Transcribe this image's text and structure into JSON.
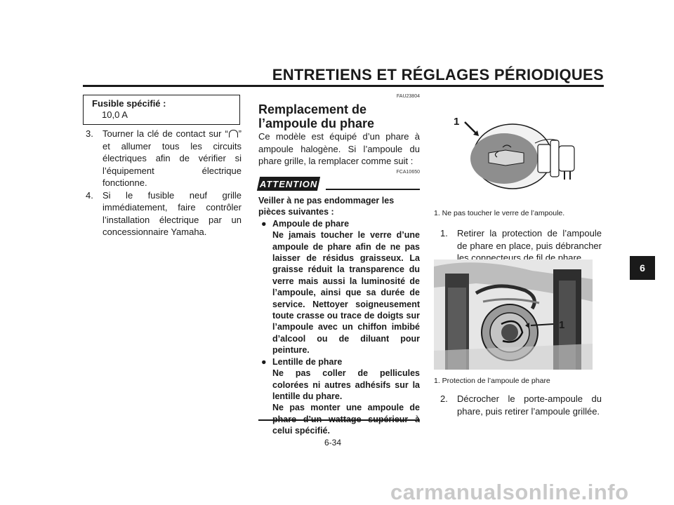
{
  "header": {
    "title": "ENTRETIENS ET RÉGLAGES PÉRIODIQUES"
  },
  "side_tab": "6",
  "col1": {
    "fuse_label": "Fusible spécifié :",
    "fuse_value": "10,0 A",
    "steps": [
      {
        "num": "3.",
        "before": "Tourner la clé de contact sur “",
        "after": "” et allumer tous les circuits électriques afin de vérifier si l’équipement électrique fonctionne."
      },
      {
        "num": "4.",
        "text": "Si le fusible neuf grille immédiatement, faire contrôler l’installation électrique par un concessionnaire Yamaha."
      }
    ]
  },
  "col2": {
    "code1": "FAU23804",
    "title": "Remplacement de l’ampoule du phare",
    "intro": "Ce modèle est équipé d’un phare à ampoule halogène. Si l’ampoule du phare grille, la remplacer comme suit :",
    "code2": "FCA10650",
    "attention": "ATTENTION",
    "lead": "Veiller à ne pas endommager les pièces suivantes :",
    "bullets": [
      {
        "head": "Ampoule de phare",
        "body": "Ne jamais toucher le verre d’une ampoule de phare afin de ne pas laisser de résidus graisseux. La graisse réduit la transparence du verre mais aussi la luminosité de l’ampoule, ainsi que sa durée de service. Nettoyer soigneusement toute crasse ou trace de doigts sur l’ampoule avec un chiffon imbibé d’alcool ou de diluant pour peinture."
      },
      {
        "head": "Lentille de phare",
        "body": "Ne pas coller de pellicules colorées ni autres adhésifs sur la lentille du phare.",
        "body2": "Ne pas monter une ampoule de phare d’un wattage supérieur à celui spécifié."
      }
    ]
  },
  "col3": {
    "fig1_callout": "1",
    "fig1_caption": "1. Ne pas toucher le verre de l’ampoule.",
    "step1_num": "1.",
    "step1": "Retirer la protection de l’ampoule de phare en place, puis débrancher les connecteurs de fil de phare.",
    "fig2_callout": "1",
    "fig2_caption": "1. Protection de l’ampoule de phare",
    "step2_num": "2.",
    "step2": "Décrocher le porte-ampoule du phare, puis retirer l’ampoule grillée."
  },
  "page_number": "6-34",
  "watermark": "carmanualsonline.info"
}
